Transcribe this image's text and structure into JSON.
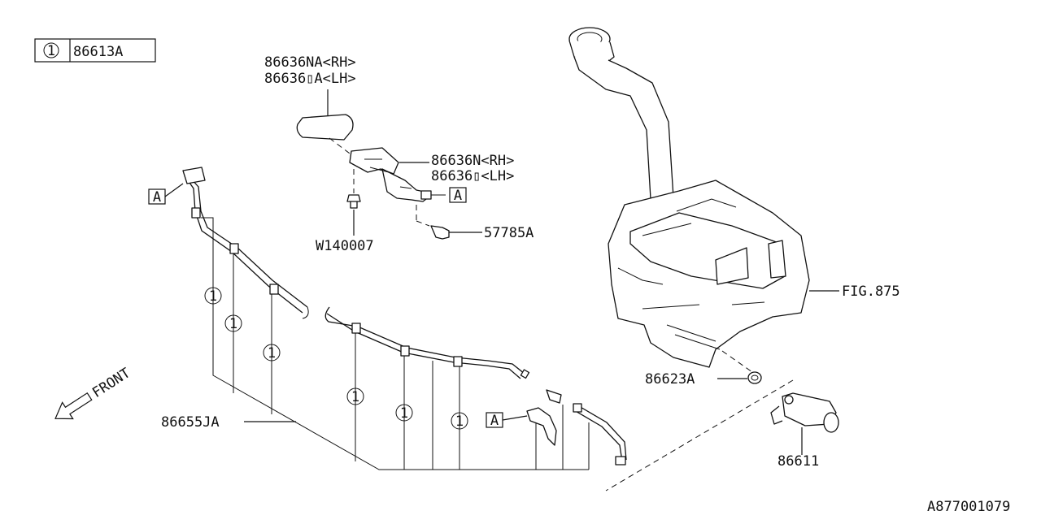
{
  "legend": {
    "symbol": "1",
    "part": "86613A"
  },
  "labels": {
    "nozzle_cover_rh": "86636NA<RH>",
    "nozzle_cover_lh": "86636▯A<LH>",
    "nozzle_rh": "86636N<RH>",
    "nozzle_lh": "86636▯<LH>",
    "clip": "W140007",
    "bolt": "57785A",
    "tank_ref": "FIG.875",
    "grommet": "86623A",
    "motor": "86611",
    "hose": "86655JA",
    "front": "FRONT",
    "diagram_id": "A877001079"
  },
  "markers": {
    "a": "A",
    "one": "1"
  }
}
